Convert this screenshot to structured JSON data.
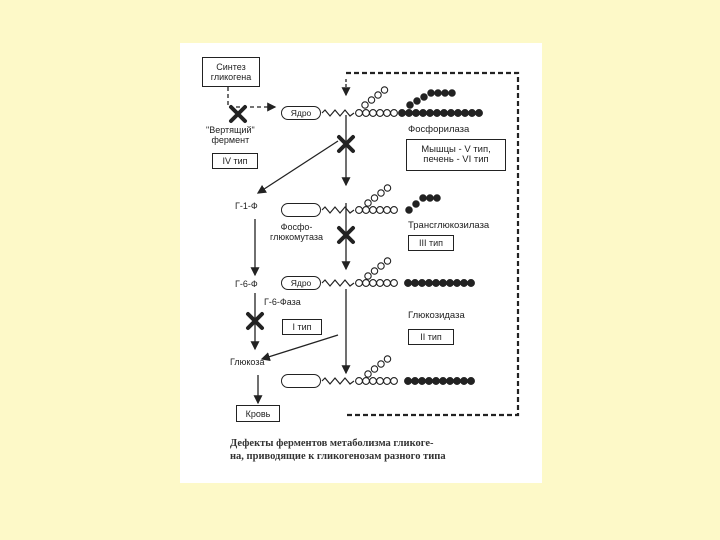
{
  "boxes": {
    "synthesis": "Синтез\nгликогена",
    "type4": "IV тип",
    "muscles": "Мышцы - V тип,\nпечень - VI тип",
    "type3": "III тип",
    "type1": "I тип",
    "type2": "II тип",
    "blood": "Кровь"
  },
  "nucleus": {
    "top": "Ядро",
    "third": "Ядро"
  },
  "labels": {
    "branching_enzyme": "\"Вертящий\"\nфермент",
    "phosphorylase": "Фосфорилаза",
    "g1p": "Г-1-Ф",
    "phosphoglucomutase": "Фосфо-\nглюкомутаза",
    "transglucosidase": "Трансглюкозилаза",
    "g6p": "Г-6-Ф",
    "g6phosphatase": "Г-6-Фаза",
    "glucosidase": "Глюкозидаза",
    "glucose": "Глюкоза"
  },
  "caption": "Дефекты ферментов метаболизма гликоге-\nна, приводящие к гликогенозам разного типа",
  "colors": {
    "background": "#fdf9c8",
    "figure": "#ffffff",
    "ink": "#222222"
  }
}
